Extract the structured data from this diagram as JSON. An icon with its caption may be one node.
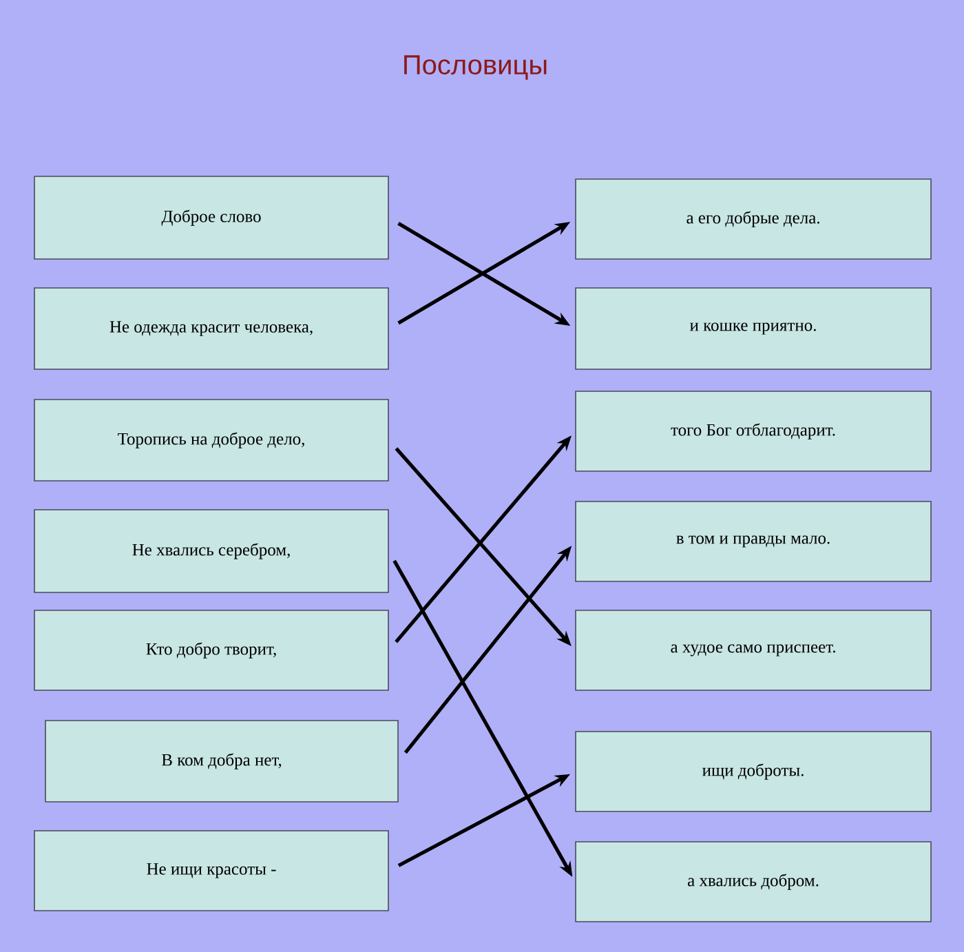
{
  "diagram": {
    "title": "Пословицы",
    "nodes": [
      {
        "text": [
          "Доброе слово"
        ]
      },
      {
        "text": [
          "Не одежда красит человека,"
        ]
      },
      {
        "text": [
          "Торопись на доброе дело,"
        ]
      },
      {
        "text": [
          "Не хвались серебром,"
        ]
      },
      {
        "text": [
          "Кто добро творит,"
        ]
      },
      {
        "text": [
          "В ком добра нет,"
        ]
      },
      {
        "text": [
          "Не ищи красоты -"
        ]
      },
      {
        "text": [
          "а его добрые дела."
        ]
      },
      {
        "text": [
          "и кошке приятно."
        ]
      },
      {
        "text": [
          "того Бог отблагодарит."
        ]
      },
      {
        "text": [
          "в том и правды мало."
        ]
      },
      {
        "text": [
          "а худое само приспеет."
        ]
      },
      {
        "text": [
          "ищи доброты."
        ]
      },
      {
        "text": [
          "а хвались добром."
        ]
      }
    ],
    "edges": [
      {
        "from": 0,
        "to": 8,
        "arrow": "to"
      },
      {
        "from": 1,
        "to": 7,
        "arrow": "to"
      },
      {
        "from": 2,
        "to": 11,
        "arrow": "to"
      },
      {
        "from": 3,
        "to": 13,
        "arrow": "to"
      },
      {
        "from": 4,
        "to": 9,
        "arrow": "to"
      },
      {
        "from": 5,
        "to": 10,
        "arrow": "to"
      },
      {
        "from": 6,
        "to": 12,
        "arrow": "to"
      }
    ]
  }
}
